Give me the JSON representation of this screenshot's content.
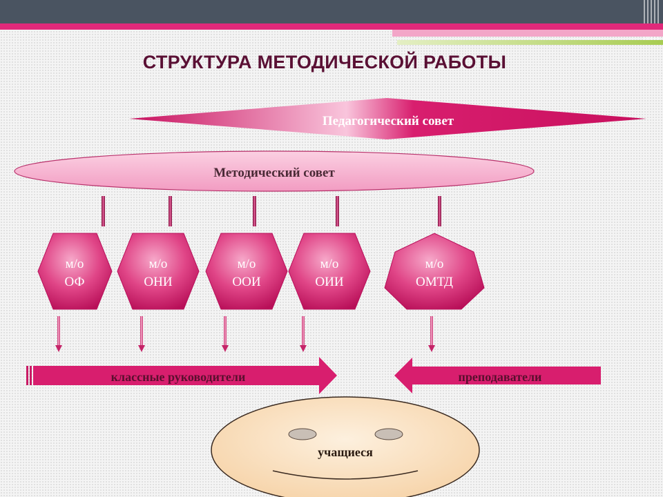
{
  "title": "СТРУКТУРА МЕТОДИЧЕСКОЙ РАБОТЫ",
  "pedagogical_council": "Педагогический совет",
  "methodical_council": "Методический совет",
  "units": [
    {
      "line1": "м/о",
      "line2": "ОФ"
    },
    {
      "line1": "м/о",
      "line2": "ОНИ"
    },
    {
      "line1": "м/о",
      "line2": "ООИ"
    },
    {
      "line1": "м/о",
      "line2": "ОИИ"
    },
    {
      "line1": "м/о",
      "line2": "ОМТД"
    }
  ],
  "left_arrow": "классные руководители",
  "right_arrow": "преподаватели",
  "students": "учащиеся",
  "colors": {
    "magenta": "#d81e6e",
    "light_pink": "#f7b3d1",
    "face": "#fbe2c3",
    "title": "#5a1034"
  }
}
